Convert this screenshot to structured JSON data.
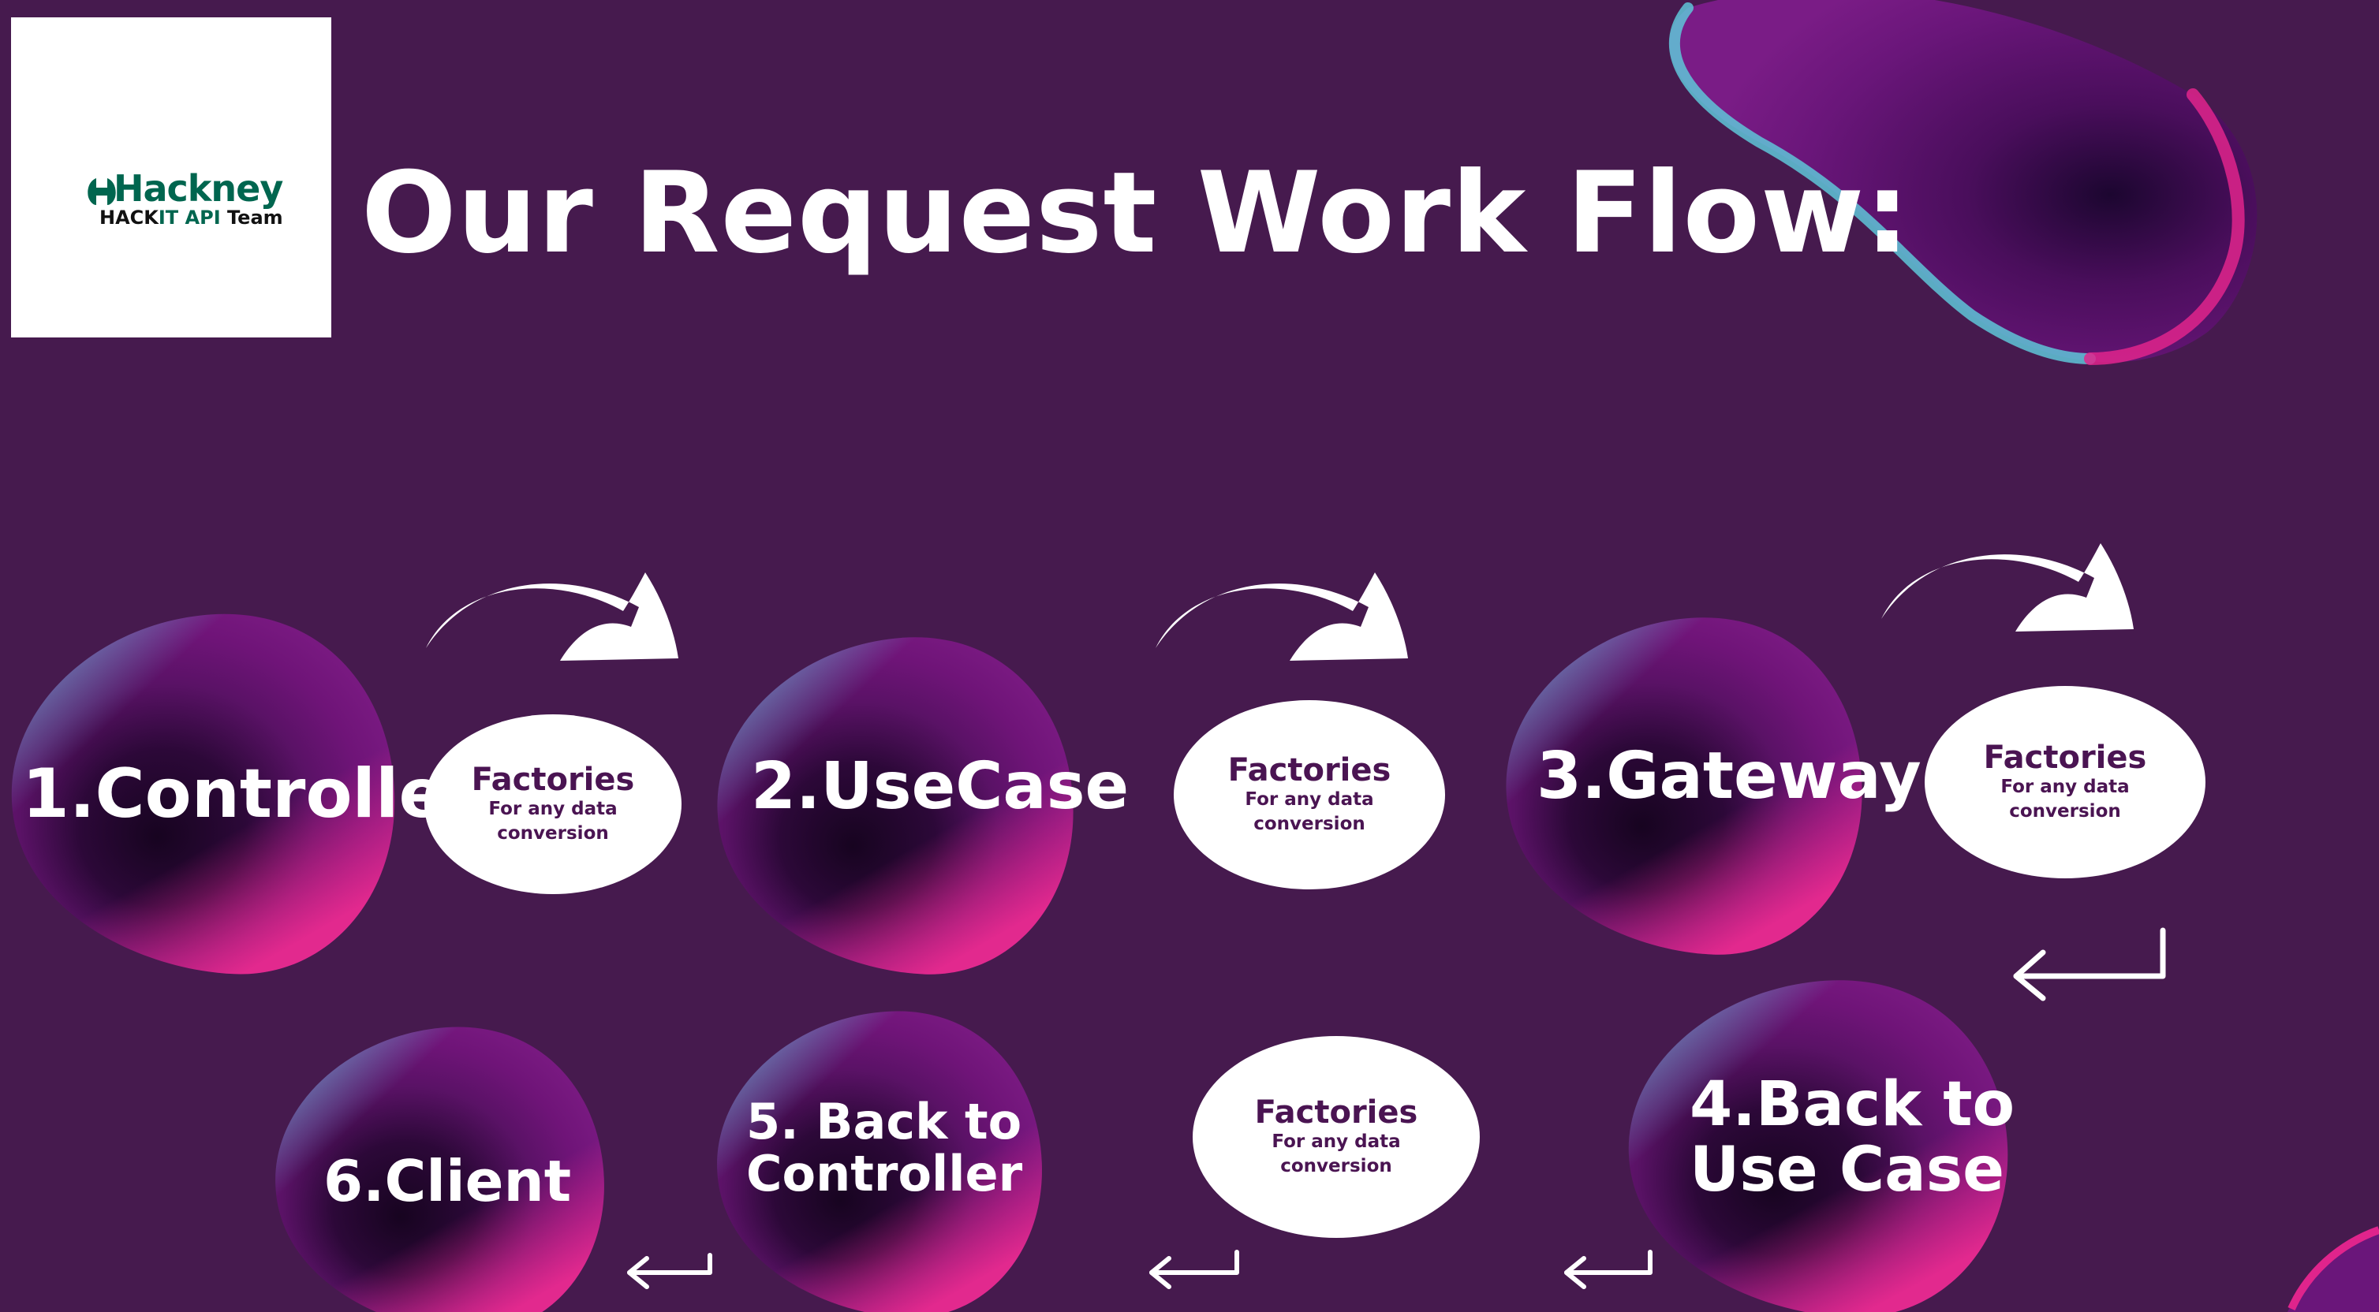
{
  "logo": {
    "name": "Hackney",
    "sub_part1": "HACK",
    "sub_part2": "IT API",
    "sub_part3": " Team"
  },
  "title": "Our Request Work Flow:",
  "nodes": {
    "controller": "1.Controller",
    "usecase": "2.UseCase",
    "gateway": "3.Gateway",
    "back_usecase_line1": "4.Back to",
    "back_usecase_line2": "Use Case",
    "back_controller_line1": "5. Back to",
    "back_controller_line2": "Controller",
    "client": "6.Client"
  },
  "factories": [
    {
      "title": "Factories",
      "line1": "For any data",
      "line2": "conversion"
    },
    {
      "title": "Factories",
      "line1": "For any data",
      "line2": "conversion"
    },
    {
      "title": "Factories",
      "line1": "For any data",
      "line2": "conversion"
    },
    {
      "title": "Factories",
      "line1": "For any data",
      "line2": "conversion"
    }
  ],
  "colors": {
    "background": "#461a4e",
    "blob_dark": "#1c0628",
    "blob_purple": "#6a1478",
    "blob_cyan": "#5fc6d8",
    "blob_pink": "#e0248c",
    "factory_text": "#4a1452",
    "logo_green": "#00664f"
  }
}
